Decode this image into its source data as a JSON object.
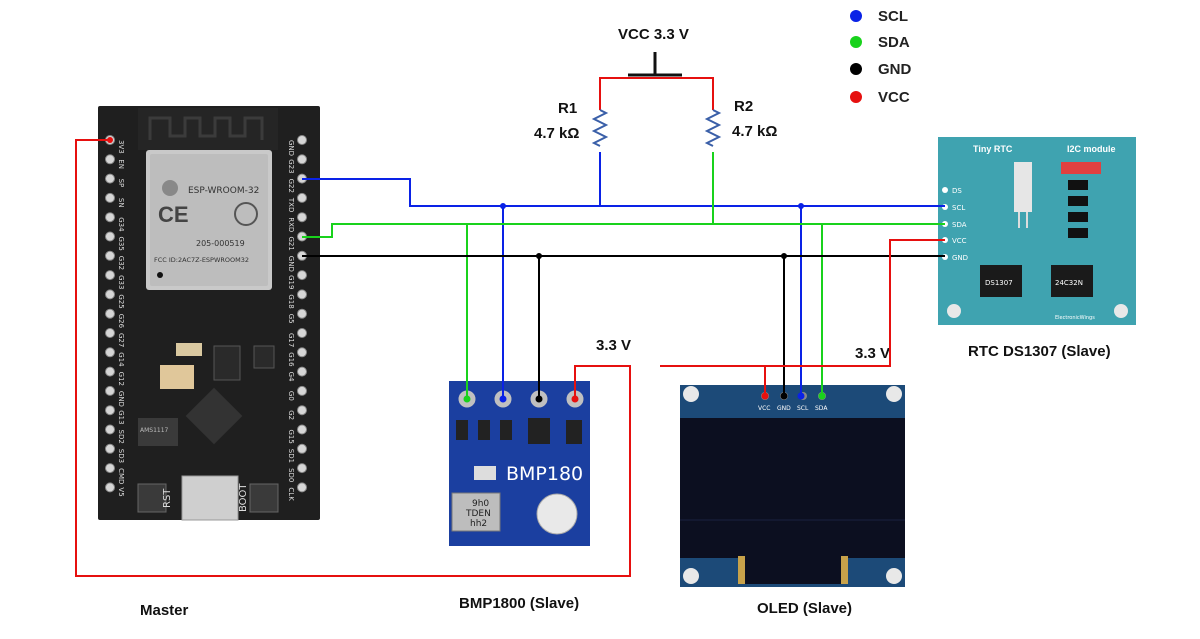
{
  "power": {
    "label": "VCC 3.3 V"
  },
  "resistors": [
    {
      "name": "R1",
      "value": "4.7 kΩ"
    },
    {
      "name": "R2",
      "value": "4.7 kΩ"
    }
  ],
  "legend": [
    {
      "label": "SCL",
      "color": "#0a22e6"
    },
    {
      "label": "SDA",
      "color": "#19d21c"
    },
    {
      "label": "GND",
      "color": "#000000"
    },
    {
      "label": "VCC",
      "color": "#e6100f"
    }
  ],
  "wire_colors": {
    "scl": "#0a22e6",
    "sda": "#19d21c",
    "gnd": "#000000",
    "vcc": "#e6100f"
  },
  "esp32": {
    "caption": "Master",
    "module_label": "ESP-WROOM-32",
    "id_text": "205-000519",
    "fcc_text": "FCC ID:2AC7Z-ESPWROOM32",
    "left_pins": [
      "3V3",
      "EN",
      "SP",
      "SN",
      "G34",
      "G35",
      "G32",
      "G33",
      "G25",
      "G26",
      "G27",
      "G14",
      "G12",
      "GND",
      "G13",
      "SD2",
      "SD3",
      "CMD",
      "V5"
    ],
    "right_pins": [
      "GND",
      "G23",
      "G22",
      "TXD",
      "RXD",
      "G21",
      "GND",
      "G19",
      "G18",
      "G5",
      "G17",
      "G16",
      "G4",
      "G0",
      "G2",
      "G15",
      "SD1",
      "SD0",
      "CLK"
    ],
    "buttons": [
      "RST",
      "BOOT"
    ],
    "chip_label": "AMS1117"
  },
  "bmp180": {
    "caption": "BMP1800 (Slave)",
    "board_label": "BMP180",
    "sensor_text": [
      "9h0",
      "TDEN",
      "hh2"
    ],
    "supply_label": "3.3 V"
  },
  "oled": {
    "caption": "OLED (Slave)",
    "pins": [
      "VCC",
      "GND",
      "SCL",
      "SDA"
    ],
    "supply_label": "3.3 V"
  },
  "rtc": {
    "caption": "RTC DS1307 (Slave)",
    "title_left": "Tiny RTC",
    "title_right": "I2C module",
    "pins": [
      "DS",
      "SCL",
      "SDA",
      "VCC",
      "GND"
    ],
    "chip1": "DS1307",
    "chip2": "24C32N",
    "brand": "ElectronicWings"
  }
}
